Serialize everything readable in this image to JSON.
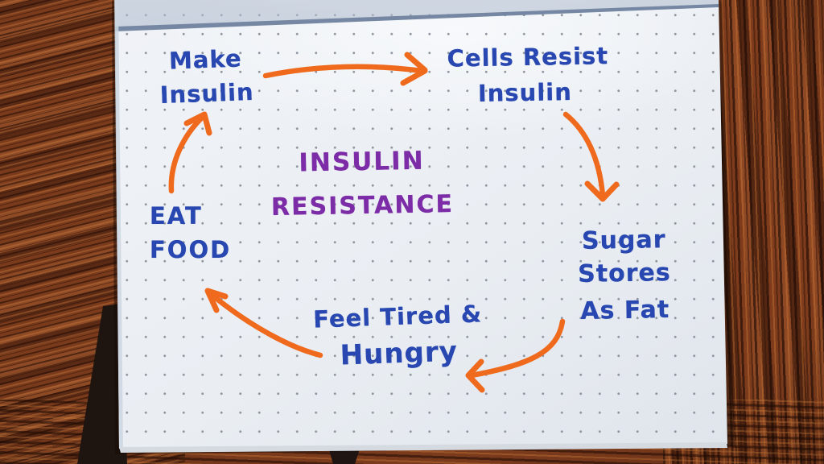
{
  "diagram": {
    "title": {
      "line1": "INSULIN",
      "line2": "RESISTANCE"
    },
    "nodes": {
      "make_insulin": {
        "line1": "Make",
        "line2": "Insulin"
      },
      "cells_resist_insulin": {
        "line1": "Cells Resist",
        "line2": "Insulin"
      },
      "sugar_stores_as_fat": {
        "line1": "Sugar",
        "line2": "Stores",
        "line3": "As Fat"
      },
      "feel_tired_hungry": {
        "line1": "Feel Tired &",
        "line2": "Hungry"
      },
      "eat_food": {
        "line1": "EAT",
        "line2": "FOOD"
      }
    },
    "cycle_flow": [
      {
        "from": "Eat Food",
        "to": "Make Insulin"
      },
      {
        "from": "Make Insulin",
        "to": "Cells Resist Insulin"
      },
      {
        "from": "Cells Resist Insulin",
        "to": "Sugar Stores As Fat"
      },
      {
        "from": "Sugar Stores As Fat",
        "to": "Feel Tired & Hungry"
      },
      {
        "from": "Feel Tired & Hungry",
        "to": "Eat Food"
      }
    ]
  },
  "colors": {
    "ink_blue": "#2847b0",
    "ink_purple": "#7c2ca6",
    "marker_orange": "#ef6a1d",
    "paper_white": "#eaeef3",
    "paper_dot_gray": "#8f96a0",
    "wood_brown": "#7a3a1c",
    "cover_dark": "#1d1310"
  }
}
